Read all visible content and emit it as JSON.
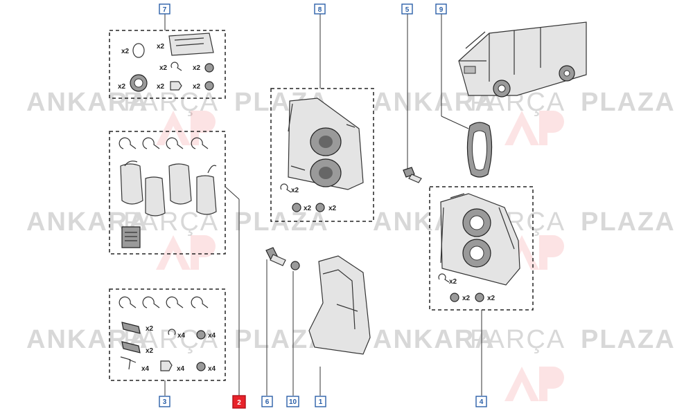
{
  "watermark": {
    "word1": "ANKARA",
    "word2": "PARÇA",
    "word3": "PLAZA",
    "brand_color": "#e8222a",
    "logo_letters": "AP"
  },
  "callouts": {
    "c1": "1",
    "c2": "2",
    "c3": "3",
    "c4": "4",
    "c5": "5",
    "c6": "6",
    "c7": "7",
    "c8": "8",
    "c9": "9",
    "c10": "10"
  },
  "highlight_color": "#e8222a",
  "callout_color": "#2a5fa8",
  "qty": {
    "x2": "x2",
    "x4": "x4"
  },
  "icons": [
    "van-illustration",
    "brake-caliper",
    "caliper-carrier",
    "brake-pad",
    "bolt",
    "washer",
    "seal-ring",
    "dust-boot",
    "spring-clip"
  ]
}
